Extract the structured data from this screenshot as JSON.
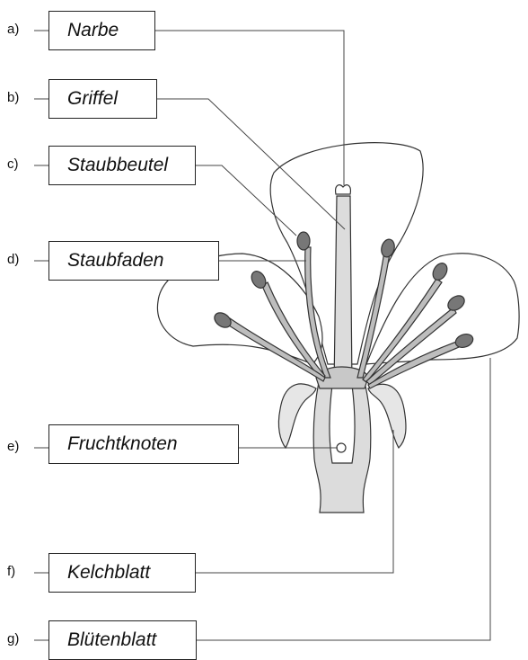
{
  "labels": [
    {
      "letter": "a)",
      "text": "Narbe"
    },
    {
      "letter": "b)",
      "text": "Griffel"
    },
    {
      "letter": "c)",
      "text": "Staubbeutel"
    },
    {
      "letter": "d)",
      "text": "Staubfaden"
    },
    {
      "letter": "e)",
      "text": "Fruchtknoten"
    },
    {
      "letter": "f)",
      "text": "Kelchblatt"
    },
    {
      "letter": "g)",
      "text": "Blütenblatt"
    }
  ],
  "colors": {
    "petal_fill": "#ffffff",
    "sepal_fill": "#e6e6e6",
    "pistil_fill": "#dcdcdc",
    "filament_fill": "#bdbdbd",
    "anther_fill": "#777777",
    "receptacle_fill": "#c8c8c8",
    "outline": "#333333",
    "leader_line": "#444444"
  }
}
